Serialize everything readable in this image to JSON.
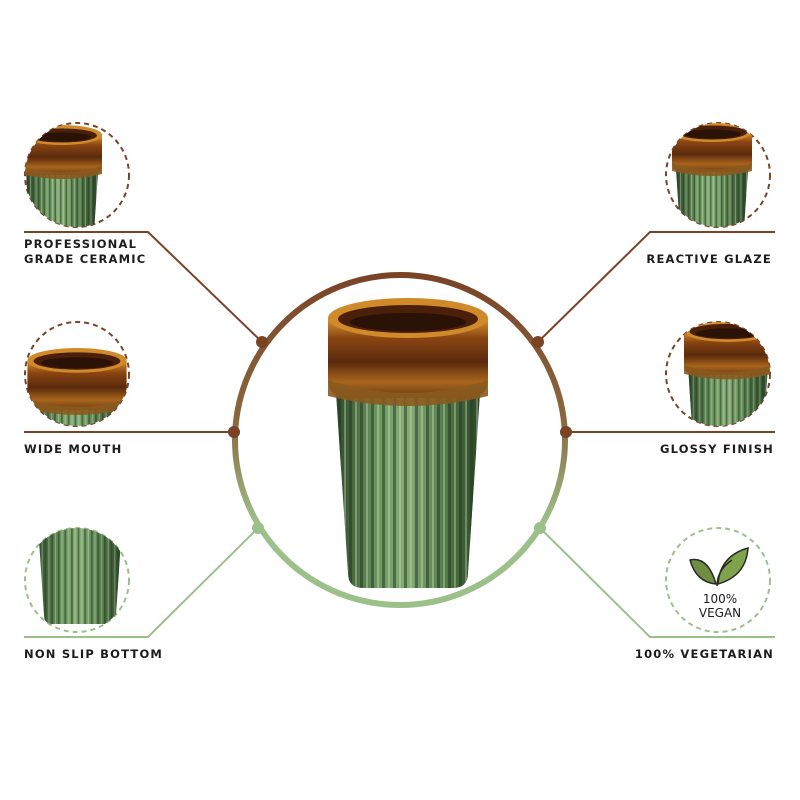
{
  "colors": {
    "brown": "#7a4326",
    "green": "#9cc08a",
    "glaze_top": "#7b3f12",
    "glaze_amber": "#c98a2a",
    "ceramic_green": "#4f7a4a",
    "ceramic_dark": "#2e4d2f",
    "text": "#1c1c1c"
  },
  "features": {
    "professional": {
      "line1": "PROFESSIONAL",
      "line2": "GRADE CERAMIC"
    },
    "wide_mouth": "WIDE MOUTH",
    "non_slip": "NON SLIP BOTTOM",
    "reactive_glaze": "REACTIVE GLAZE",
    "glossy_finish": "GLOSSY FINISH",
    "vegetarian": "100% VEGETARIAN"
  },
  "vegan_badge": {
    "line1": "100%",
    "line2": "VEGAN"
  }
}
